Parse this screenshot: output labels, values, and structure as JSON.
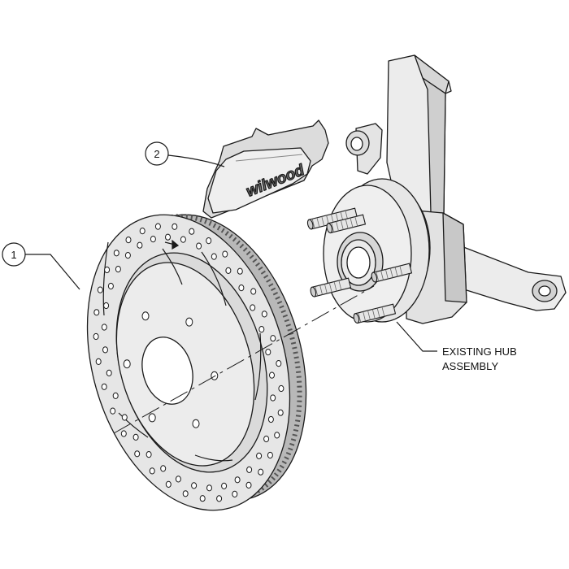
{
  "callouts": [
    {
      "number": "1"
    },
    {
      "number": "2"
    }
  ],
  "labels": {
    "hub_line1": "EXISTING HUB",
    "hub_line2": "ASSEMBLY"
  },
  "pad_logo": "wilwood",
  "colors": {
    "line": "#1a1a1a",
    "light_fill": "#ececec",
    "mid_fill": "#cfcfcf",
    "dark_fill": "#b5b5b5",
    "white": "#ffffff"
  }
}
